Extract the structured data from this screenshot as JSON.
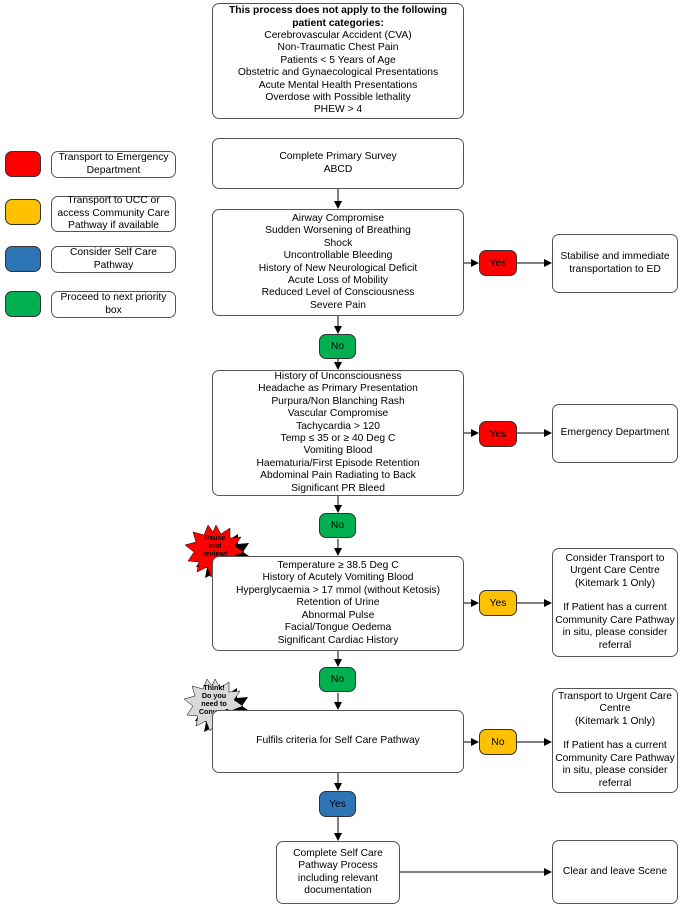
{
  "exclusions": {
    "heading": [
      "This process does not apply to the following",
      "patient categories:"
    ],
    "items": [
      "Cerebrovascular Accident (CVA)",
      "Non-Traumatic Chest Pain",
      "Patients < 5 Years of Age",
      "Obstetric and Gynaecological Presentations",
      "Acute Mental Health Presentations",
      "Overdose with Possible lethality",
      "PHEW > 4"
    ]
  },
  "legend": [
    {
      "color": "red",
      "lines": [
        "Transport to Emergency",
        "Department"
      ]
    },
    {
      "color": "amber",
      "lines": [
        "Transport to UCC or",
        "access Community Care",
        "Pathway if available"
      ]
    },
    {
      "color": "blue",
      "lines": [
        "Consider Self Care",
        "Pathway"
      ]
    },
    {
      "color": "green",
      "lines": [
        "Proceed to next priority",
        "box"
      ]
    }
  ],
  "primary_survey": [
    "Complete Primary Survey",
    "ABCD"
  ],
  "box1": [
    "Airway Compromise",
    "Sudden Worsening of Breathing",
    "Shock",
    "Uncontrollable Bleeding",
    "History of New Neurological Deficit",
    "Acute Loss of Mobility",
    "Reduced Level of Consciousness",
    "Severe Pain"
  ],
  "box1_yes": "Yes",
  "box1_outcome": [
    "Stabilise and immediate",
    "transportation to ED"
  ],
  "box1_no": "No",
  "box2": [
    "History of Unconsciousness",
    "Headache as Primary Presentation",
    "Purpura/Non Blanching Rash",
    "Vascular Compromise",
    "Tachycardia > 120",
    "Temp  ≤ 35 or ≥ 40 Deg C",
    "Vomiting Blood",
    "Haematuria/First Episode Retention",
    "Abdominal Pain Radiating to Back",
    "Significant PR Bleed"
  ],
  "box2_yes": "Yes",
  "box2_outcome": [
    "Emergency Department"
  ],
  "box2_no": "No",
  "pause_burst": [
    "Pause",
    "and",
    "review!"
  ],
  "box3": [
    "Temperature  ≥ 38.5 Deg C",
    "History of Acutely Vomiting Blood",
    "Hyperglycaemia > 17 mmol (without Ketosis)",
    "Retention of Urine",
    "Abnormal Pulse",
    "Facial/Tongue Oedema",
    "Significant Cardiac History"
  ],
  "box3_yes": "Yes",
  "box3_outcome": [
    "Consider Transport to",
    "Urgent Care Centre",
    "(Kitemark 1 Only)",
    "",
    "If Patient has a current",
    "Community Care Pathway",
    "in situ, please consider",
    "referral"
  ],
  "box3_no": "No",
  "think_burst": [
    "Think!",
    "Do you",
    "need to",
    "Convey?"
  ],
  "box4": [
    "Fulfils criteria for Self Care Pathway"
  ],
  "box4_no": "No",
  "box4_outcome": [
    "Transport to  Urgent Care",
    "Centre",
    "(Kitemark 1 Only)",
    "",
    "If Patient has a current",
    "Community Care Pathway",
    "in situ, please consider",
    "referral"
  ],
  "box4_yes": "Yes",
  "box5": [
    "Complete Self Care",
    "Pathway Process",
    "including relevant",
    "documentation"
  ],
  "box5_outcome": [
    "Clear and leave Scene"
  ],
  "colors": {
    "red": "#ff0000",
    "amber": "#ffc000",
    "blue": "#2e75b6",
    "green": "#00b050"
  }
}
